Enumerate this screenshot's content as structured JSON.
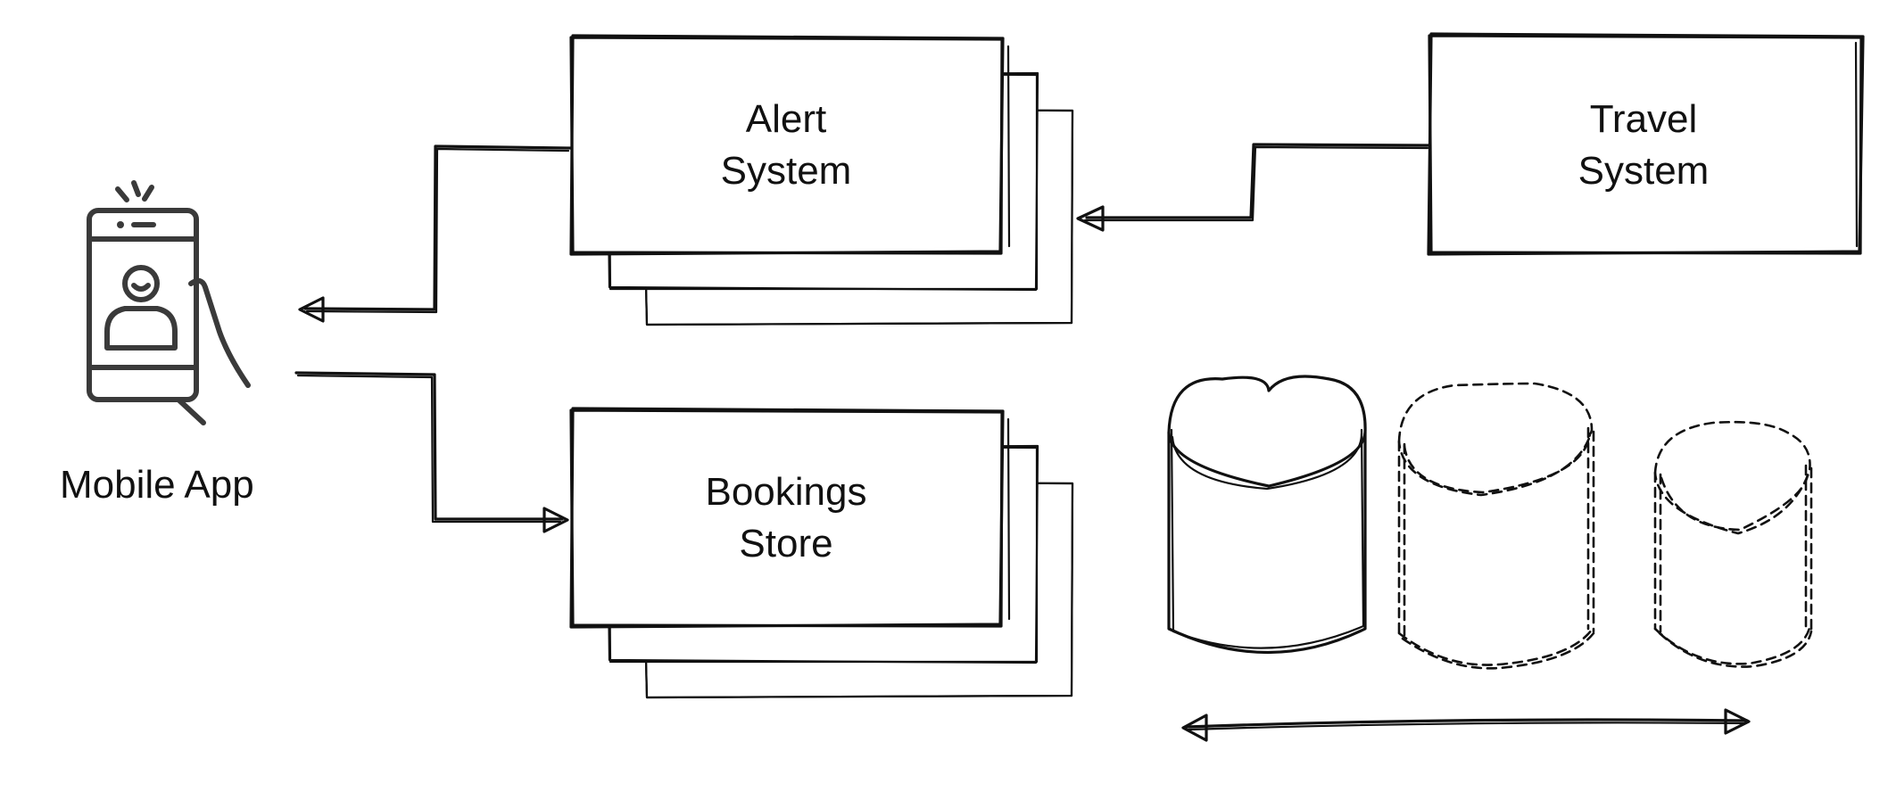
{
  "nodes": {
    "mobile_app": {
      "label": "Mobile App",
      "icon": "smartphone-user-icon"
    },
    "alert_system": {
      "line1": "Alert",
      "line2": "System"
    },
    "bookings_store": {
      "line1": "Bookings",
      "line2": "Store"
    },
    "travel_system": {
      "line1": "Travel",
      "line2": "System"
    }
  },
  "databases": [
    {
      "style": "solid"
    },
    {
      "style": "dashed"
    },
    {
      "style": "dashed"
    }
  ],
  "edges": [
    {
      "from": "travel_system",
      "to": "alert_system"
    },
    {
      "from": "alert_system",
      "to": "mobile_app"
    },
    {
      "from": "mobile_app",
      "to": "bookings_store"
    }
  ],
  "colors": {
    "stroke": "#111111",
    "background": "#ffffff"
  }
}
